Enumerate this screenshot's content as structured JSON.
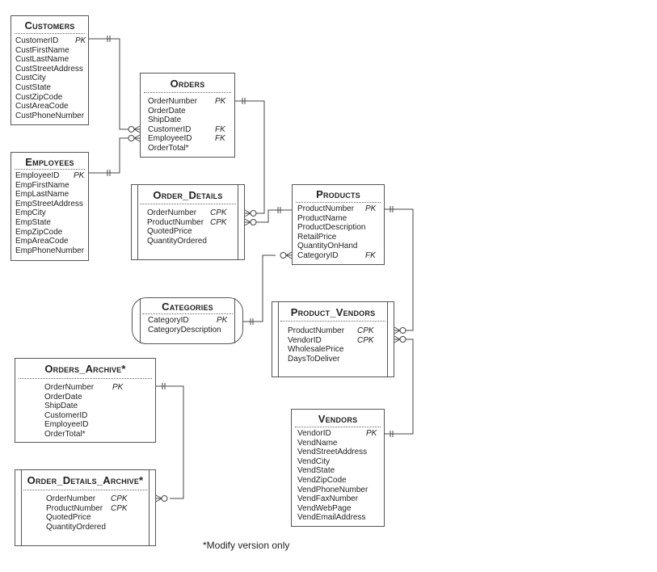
{
  "tables": {
    "customers": {
      "title": "Customers",
      "fields": [
        "CustomerID",
        "CustFirstName",
        "CustLastName",
        "CustStreetAddress",
        "CustCity",
        "CustState",
        "CustZipCode",
        "CustAreaCode",
        "CustPhoneNumber"
      ],
      "keys": {
        "CustomerID": "PK"
      }
    },
    "employees": {
      "title": "Employees",
      "fields": [
        "EmployeeID",
        "EmpFirstName",
        "EmpLastName",
        "EmpStreetAddress",
        "EmpCity",
        "EmpState",
        "EmpZipCode",
        "EmpAreaCode",
        "EmpPhoneNumber"
      ],
      "keys": {
        "EmployeeID": "PK"
      }
    },
    "orders": {
      "title": "Orders",
      "fields": [
        "OrderNumber",
        "OrderDate",
        "ShipDate",
        "CustomerID",
        "EmployeeID",
        "OrderTotal*"
      ],
      "keys": {
        "OrderNumber": "PK",
        "CustomerID": "FK",
        "EmployeeID": "FK"
      }
    },
    "order_details": {
      "title": "Order_Details",
      "fields": [
        "OrderNumber",
        "ProductNumber",
        "QuotedPrice",
        "QuantityOrdered"
      ],
      "keys": {
        "OrderNumber": "CPK",
        "ProductNumber": "CPK"
      }
    },
    "products": {
      "title": "Products",
      "fields": [
        "ProductNumber",
        "ProductName",
        "ProductDescription",
        "RetailPrice",
        "QuantityOnHand",
        "CategoryID"
      ],
      "keys": {
        "ProductNumber": "PK",
        "CategoryID": "FK"
      }
    },
    "categories": {
      "title": "Categories",
      "fields": [
        "CategoryID",
        "CategoryDescription"
      ],
      "keys": {
        "CategoryID": "PK"
      }
    },
    "product_vendors": {
      "title": "Product_Vendors",
      "fields": [
        "ProductNumber",
        "VendorID",
        "WholesalePrice",
        "DaysToDeliver"
      ],
      "keys": {
        "ProductNumber": "CPK",
        "VendorID": "CPK"
      }
    },
    "vendors": {
      "title": "Vendors",
      "fields": [
        "VendorID",
        "VendName",
        "VendStreetAddress",
        "VendCity",
        "VendState",
        "VendZipCode",
        "VendPhoneNumber",
        "VendFaxNumber",
        "VendWebPage",
        "VendEmailAddress"
      ],
      "keys": {
        "VendorID": "PK"
      }
    },
    "orders_archive": {
      "title": "Orders_Archive*",
      "fields": [
        "OrderNumber",
        "OrderDate",
        "ShipDate",
        "CustomerID",
        "EmployeeID",
        "OrderTotal*"
      ],
      "keys": {
        "OrderNumber": "PK"
      }
    },
    "order_details_archive": {
      "title": "Order_Details_Archive*",
      "fields": [
        "OrderNumber",
        "ProductNumber",
        "QuotedPrice",
        "QuantityOrdered"
      ],
      "keys": {
        "OrderNumber": "CPK",
        "ProductNumber": "CPK"
      }
    }
  },
  "footnote": "*Modify version only"
}
